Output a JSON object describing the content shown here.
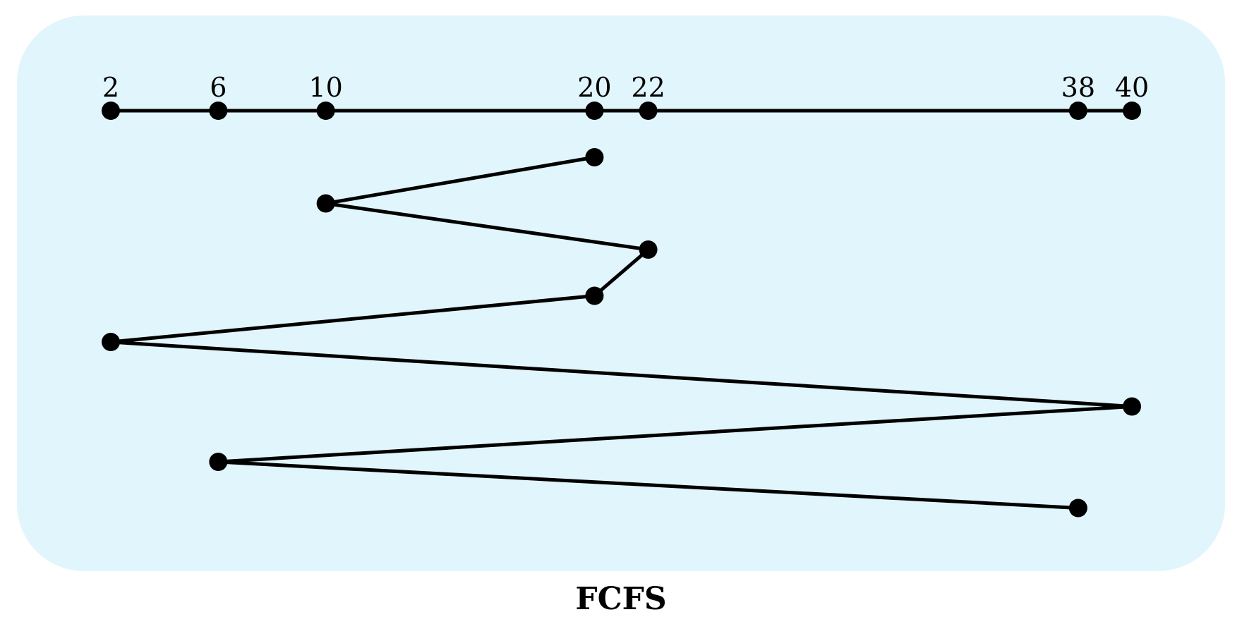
{
  "caption": "FCFS",
  "colors": {
    "panel": "#e1f5fc",
    "ink": "#000000"
  },
  "track_axis": {
    "min": 2,
    "max": 40,
    "positions": [
      2,
      6,
      10,
      20,
      22,
      38,
      40
    ],
    "labels": [
      "2",
      "6",
      "10",
      "20",
      "22",
      "38",
      "40"
    ]
  },
  "chart_data": {
    "type": "line",
    "title": "FCFS",
    "x_ticks": [
      2,
      6,
      10,
      20,
      22,
      38,
      40
    ],
    "xlim": [
      2,
      40
    ],
    "service_order": [
      20,
      10,
      22,
      20,
      2,
      40,
      6,
      38
    ]
  }
}
